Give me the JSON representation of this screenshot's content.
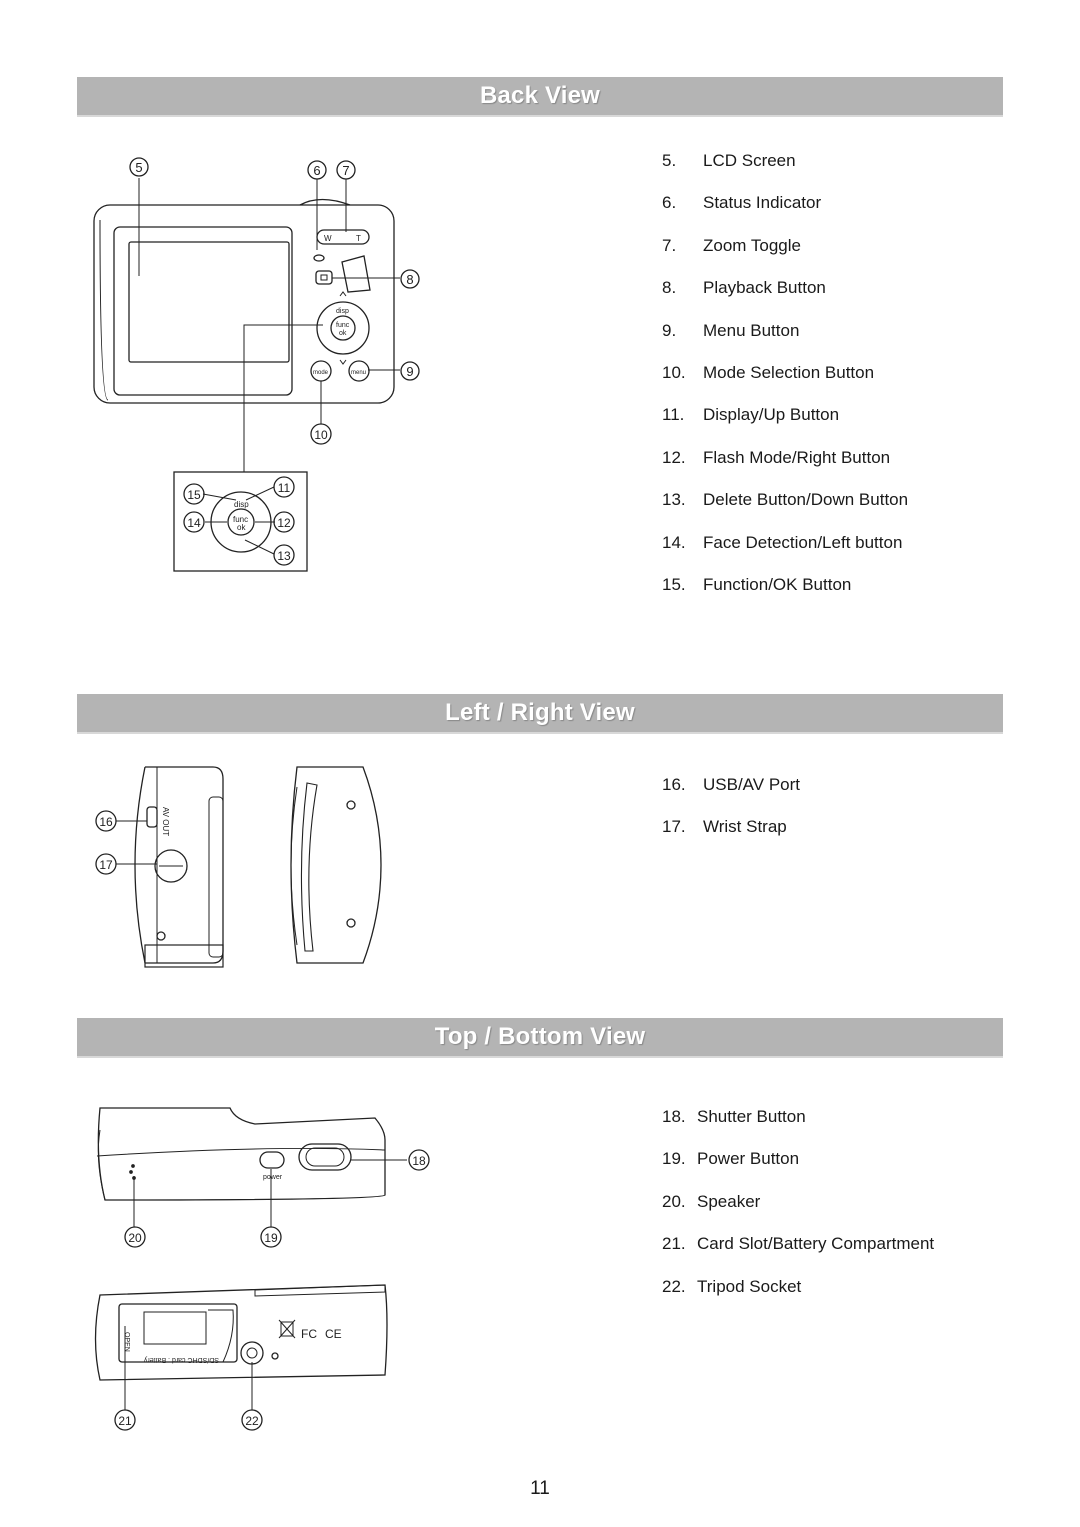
{
  "sections": {
    "back": {
      "title": "Back View",
      "items": [
        {
          "num": "5.",
          "label": "LCD Screen"
        },
        {
          "num": "6.",
          "label": "Status Indicator"
        },
        {
          "num": "7.",
          "label": "Zoom Toggle"
        },
        {
          "num": "8.",
          "label": "Playback Button"
        },
        {
          "num": "9.",
          "label": "Menu Button"
        },
        {
          "num": "10.",
          "label": "Mode Selection Button"
        },
        {
          "num": "11.",
          "label": "Display/Up Button"
        },
        {
          "num": "12.",
          "label": "Flash Mode/Right Button"
        },
        {
          "num": "13.",
          "label": "Delete Button/Down Button"
        },
        {
          "num": "14.",
          "label": "Face Detection/Left button"
        },
        {
          "num": "15.",
          "label": "Function/OK Button"
        }
      ]
    },
    "left_right": {
      "title": "Left / Right View",
      "items": [
        {
          "num": "16.",
          "label": "USB/AV Port"
        },
        {
          "num": "17.",
          "label": "Wrist Strap"
        }
      ]
    },
    "top_bottom": {
      "title": "Top / Bottom View",
      "items": [
        {
          "num": "18.",
          "label": "Shutter Button"
        },
        {
          "num": "19.",
          "label": "Power Button"
        },
        {
          "num": "20.",
          "label": "Speaker"
        },
        {
          "num": "21.",
          "label": "Card Slot/Battery Compartment"
        },
        {
          "num": "22.",
          "label": "Tripod Socket"
        }
      ]
    }
  },
  "callouts": {
    "c5": "5",
    "c6": "6",
    "c7": "7",
    "c8": "8",
    "c9": "9",
    "c10": "10",
    "c11": "11",
    "c12": "12",
    "c13": "13",
    "c14": "14",
    "c15": "15",
    "c16": "16",
    "c17": "17",
    "c18": "18",
    "c19": "19",
    "c20": "20",
    "c21": "21",
    "c22": "22"
  },
  "device_labels": {
    "zoom_w": "W",
    "zoom_t": "T",
    "disp": "disp",
    "func": "func",
    "ok": "ok",
    "mode": "mode",
    "menu": "menu",
    "av_out": "AV OUT",
    "power": "power",
    "open": "OPEN",
    "card_battery": "SD/SDHC card . Battery",
    "fc": "FC",
    "ce": "CE"
  },
  "page_number": "11",
  "colors": {
    "banner": "#b4b4b4",
    "banner_text": "#ffffff",
    "line_art": "#222222"
  }
}
